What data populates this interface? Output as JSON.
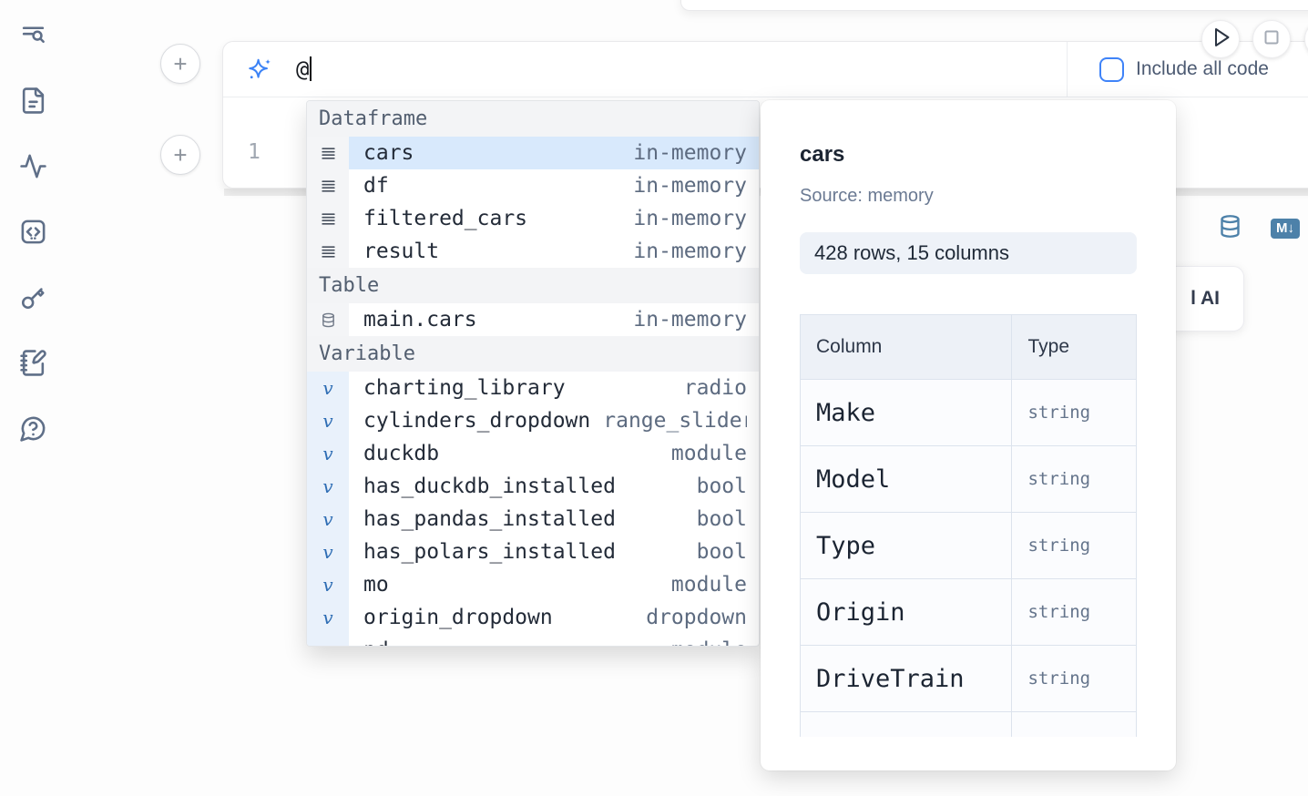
{
  "sidebar": {
    "icons": [
      "file-search-icon",
      "file-text-icon",
      "activity-icon",
      "code-snippets-icon",
      "key-icon",
      "scratchpad-icon",
      "help-chat-icon"
    ]
  },
  "toolbar": {
    "add_cell_label": "+",
    "run_icon": "play-icon",
    "stop_icon": "stop-icon"
  },
  "ai_cell": {
    "prompt_value": "@",
    "include_all_code_label": "Include all code"
  },
  "code_cell": {
    "line_number": "1",
    "markdown_badge": "M↓"
  },
  "ai_frag_button": {
    "visible_label": "l AI"
  },
  "completions": {
    "variable_icon_char": "𝑣",
    "rows": [
      {
        "type": "header",
        "label": "Dataframe"
      },
      {
        "type": "item",
        "kind": "dataframe",
        "name": "cars",
        "meta": "in-memory",
        "state": "selected"
      },
      {
        "type": "item",
        "kind": "dataframe",
        "name": "df",
        "meta": "in-memory"
      },
      {
        "type": "item",
        "kind": "dataframe",
        "name": "filtered_cars",
        "meta": "in-memory"
      },
      {
        "type": "item",
        "kind": "dataframe",
        "name": "result",
        "meta": "in-memory"
      },
      {
        "type": "header",
        "label": "Table"
      },
      {
        "type": "item",
        "kind": "table",
        "name": "main.cars",
        "meta": "in-memory"
      },
      {
        "type": "header",
        "label": "Variable"
      },
      {
        "type": "item",
        "kind": "variable",
        "name": "charting_library",
        "meta": "radio"
      },
      {
        "type": "item",
        "kind": "variable",
        "name": "cylinders_dropdown",
        "meta": "range_slider"
      },
      {
        "type": "item",
        "kind": "variable",
        "name": "duckdb",
        "meta": "module"
      },
      {
        "type": "item",
        "kind": "variable",
        "name": "has_duckdb_installed",
        "meta": "bool"
      },
      {
        "type": "item",
        "kind": "variable",
        "name": "has_pandas_installed",
        "meta": "bool"
      },
      {
        "type": "item",
        "kind": "variable",
        "name": "has_polars_installed",
        "meta": "bool"
      },
      {
        "type": "item",
        "kind": "variable",
        "name": "mo",
        "meta": "module"
      },
      {
        "type": "item",
        "kind": "variable",
        "name": "origin_dropdown",
        "meta": "dropdown"
      },
      {
        "type": "item",
        "kind": "variable",
        "name": "pd",
        "meta": "module",
        "state": "clipped"
      }
    ]
  },
  "preview": {
    "title": "cars",
    "source": "Source: memory",
    "shape_badge": "428 rows, 15 columns",
    "table": {
      "headers": [
        "Column",
        "Type"
      ],
      "rows": [
        {
          "column": "Make",
          "dtype": "string"
        },
        {
          "column": "Model",
          "dtype": "string"
        },
        {
          "column": "Type",
          "dtype": "string"
        },
        {
          "column": "Origin",
          "dtype": "string"
        },
        {
          "column": "DriveTrain",
          "dtype": "string"
        },
        {
          "column": "",
          "dtype": ""
        }
      ]
    }
  }
}
